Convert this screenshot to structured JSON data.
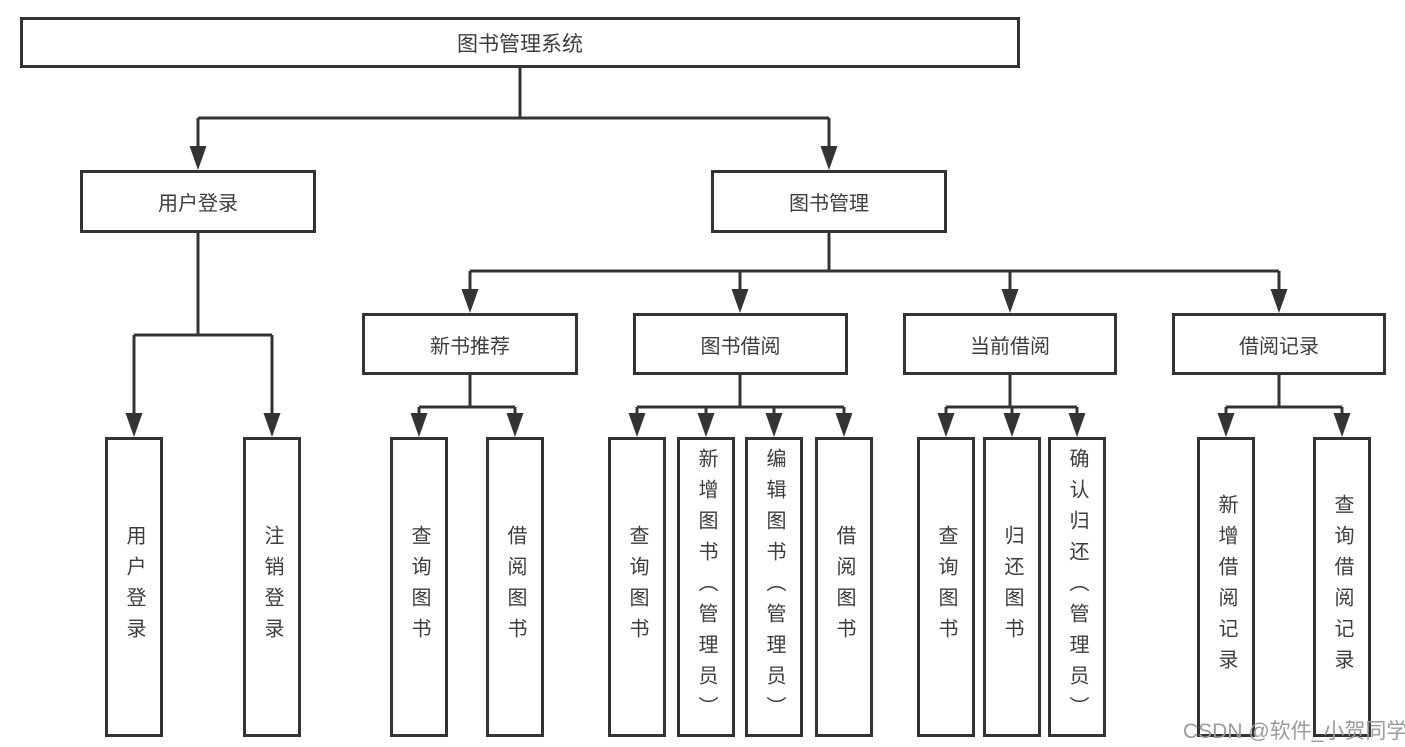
{
  "diagram": {
    "title": "图书管理系统",
    "root": {
      "label": "图书管理系统"
    },
    "branches": [
      {
        "label": "用户登录",
        "children": [
          {
            "label": "用户登录"
          },
          {
            "label": "注销登录"
          }
        ]
      },
      {
        "label": "图书管理",
        "groups": [
          {
            "label": "新书推荐",
            "children": [
              {
                "label": "查询图书"
              },
              {
                "label": "借阅图书"
              }
            ]
          },
          {
            "label": "图书借阅",
            "children": [
              {
                "label": "查询图书"
              },
              {
                "label": "新增图书（管理员）"
              },
              {
                "label": "编辑图书（管理员）"
              },
              {
                "label": "借阅图书"
              }
            ]
          },
          {
            "label": "当前借阅",
            "children": [
              {
                "label": "查询图书"
              },
              {
                "label": "归还图书"
              },
              {
                "label": "确认归还（管理员）"
              }
            ]
          },
          {
            "label": "借阅记录",
            "children": [
              {
                "label": "新增借阅记录"
              },
              {
                "label": "查询借阅记录"
              }
            ]
          }
        ]
      }
    ]
  },
  "watermark": {
    "text": "CSDN @软件_小贺同学"
  },
  "colors": {
    "line": "#333333",
    "border": "#333333",
    "text": "#3d3d3d",
    "background": "#ffffff",
    "watermark": "#9b9b9b"
  }
}
